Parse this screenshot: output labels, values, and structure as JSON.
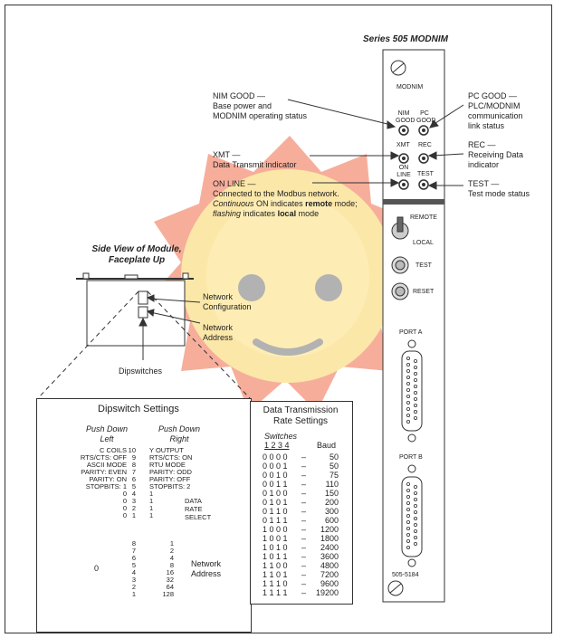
{
  "module": {
    "title": "Series 505 MODNIM",
    "faceplate_label": "MODNIM",
    "part_number": "505-5184"
  },
  "leds": {
    "nim_good": "NIM GOOD",
    "pc_good": "PC GOOD",
    "xmt": "XMT",
    "rec": "REC",
    "on_line": "ON LINE",
    "test": "TEST"
  },
  "controls": {
    "remote": "REMOTE",
    "local": "LOCAL",
    "test": "TEST",
    "reset": "RESET"
  },
  "ports": {
    "a": "PORT A",
    "b": "PORT B"
  },
  "callouts": {
    "nim_good": {
      "title": "NIM GOOD —",
      "line1": "Base power and",
      "line2": "MODNIM operating status"
    },
    "xmt": {
      "title": "XMT —",
      "line1": "Data Transmit indicator"
    },
    "on_line": {
      "title": "ON LINE —",
      "line1": "Connected to the Modbus network.",
      "line2a": "Continuous",
      "line2b": " ON indicates ",
      "line2c": "remote",
      "line2d": " mode;",
      "line3a": "flashing",
      "line3b": " indicates ",
      "line3c": "local",
      "line3d": " mode"
    },
    "pc_good": {
      "title": "PC GOOD —",
      "line1": "PLC/MODNIM",
      "line2": "communication",
      "line3": "link status"
    },
    "rec": {
      "title": "REC —",
      "line1": "Receiving Data",
      "line2": "indicator"
    },
    "test": {
      "title": "TEST —",
      "line1": "Test mode status"
    }
  },
  "side_view": {
    "title_line1": "Side View of Module,",
    "title_line2": "Faceplate Up",
    "network_config_1": "Network",
    "network_config_2": "Configuration",
    "network_address_1": "Network",
    "network_address_2": "Address",
    "dipswitches": "Dipswitches"
  },
  "dipswitch": {
    "title": "Dipswitch Settings",
    "push_left_1": "Push Down",
    "push_left_2": "Left",
    "push_right_1": "Push Down",
    "push_right_2": "Right",
    "left": [
      "C COILS",
      "RTS/CTS: OFF",
      "ASCII MODE",
      "PARITY: EVEN",
      "PARITY: ON",
      "STOPBITS: 1",
      "0",
      "0",
      "0",
      "0"
    ],
    "nums": [
      "10",
      "9",
      "8",
      "7",
      "6",
      "5",
      "4",
      "3",
      "2",
      "1"
    ],
    "right": [
      "Y OUTPUT",
      "RTS/CTS: ON",
      "RTU MODE",
      "PARITY: ODD",
      "PARITY: OFF",
      "STOPBITS: 2",
      "1",
      "1",
      "1",
      "1"
    ],
    "data_rate_1": "DATA",
    "data_rate_2": "RATE",
    "data_rate_3": "SELECT"
  },
  "address": {
    "nums": [
      "8",
      "7",
      "6",
      "5",
      "4",
      "3",
      "2",
      "1"
    ],
    "weights": [
      "1",
      "2",
      "4",
      "8",
      "16",
      "32",
      "64",
      "128"
    ],
    "left_value": "0",
    "label_1": "Network",
    "label_2": "Address"
  },
  "rates": {
    "title_1": "Data Transmission",
    "title_2": "Rate Settings",
    "switches_header": "Switches",
    "switch_numbers": "1 2 3 4",
    "baud_header": "Baud",
    "rows": [
      {
        "bits": "0 0 0 0",
        "baud": "50"
      },
      {
        "bits": "0 0 0 1",
        "baud": "50"
      },
      {
        "bits": "0 0 1 0",
        "baud": "75"
      },
      {
        "bits": "0 0 1 1",
        "baud": "110"
      },
      {
        "bits": "0 1 0 0",
        "baud": "150"
      },
      {
        "bits": "0 1 0 1",
        "baud": "200"
      },
      {
        "bits": "0 1 1 0",
        "baud": "300"
      },
      {
        "bits": "0 1 1 1",
        "baud": "600"
      },
      {
        "bits": "1 0 0 0",
        "baud": "1200"
      },
      {
        "bits": "1 0 0 1",
        "baud": "1800"
      },
      {
        "bits": "1 0 1 0",
        "baud": "2400"
      },
      {
        "bits": "1 0 1 1",
        "baud": "3600"
      },
      {
        "bits": "1 1 0 0",
        "baud": "4800"
      },
      {
        "bits": "1 1 0 1",
        "baud": "7200"
      },
      {
        "bits": "1 1 1 0",
        "baud": "9600"
      },
      {
        "bits": "1 1 1 1",
        "baud": "19200"
      }
    ]
  }
}
